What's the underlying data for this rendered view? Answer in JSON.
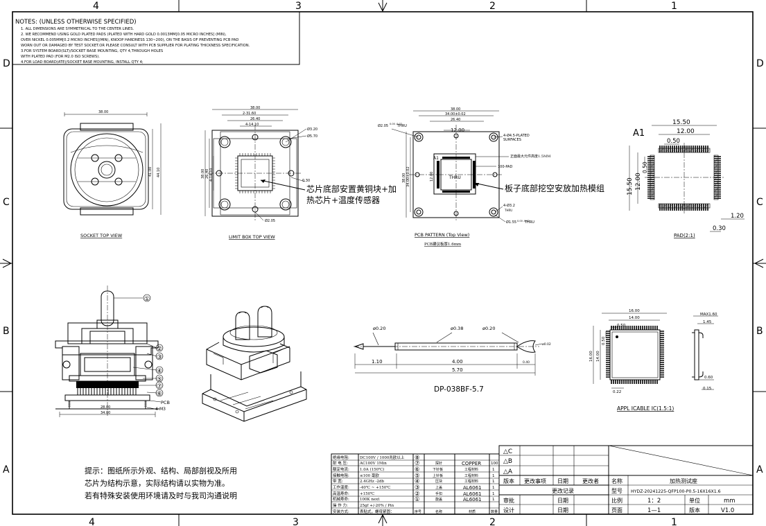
{
  "border": {
    "top_cols": [
      "4",
      "3",
      "2",
      "1"
    ],
    "bottom_cols": [
      "4",
      "3",
      "2",
      "1"
    ],
    "left_rows": [
      "D",
      "C",
      "B",
      "A"
    ],
    "right_rows": [
      "D",
      "C",
      "B",
      "A"
    ]
  },
  "notes": {
    "title": "NOTES: (UNLESS OTHERWISE SPECIFIED)",
    "lines": [
      "1. ALL DIMENSIONS ARE SYMMETRICAL TO THE CENTER LINES.",
      "2. WE RECOMMEND USING GOLD PLATED PADS (PLATED WITH HARD GOLD 0.0013MM[0.05 MICRO INCHES] (MIN),",
      "OVER NICKEL 0.005MM[0.2 MICRO INCHES](MIN), KNOOP HARDNESS 130~200), ON THE BASIS OF PREVENTING PCB PAD",
      "WORN OUT OR DAMAGED BY TEST SOCKET.OR PLEASE CONSULT WITH PCB SUPPLIER FOR PLATING THICKNESS SPECIFICATION.",
      "3.FOR SYSTEM BOARD(SLT)/SOCKET BASE MOUNTING, QTY 4,THROUGH HOLES",
      "WITH PLATED PAD (FOR M2.0 ISO SCREWS).",
      "4.FOR LOAD BOARD(ATE)/SOCKET BASE MOUNTING, INSTALL QTY 4;"
    ]
  },
  "socket_top": {
    "caption": "SOCKET TOP VIEW",
    "dim_width": "38.00",
    "dim_h1": "41.00",
    "dim_h2": "44.10"
  },
  "limit_box": {
    "caption": "LIMIT BOX  TOP VIEW",
    "dim_38": "38.00",
    "dim_31": "2-31.60",
    "dim_26": "26.40",
    "dim_14": "4-14.10",
    "dim_v1": "38.00",
    "dim_v2": "26.40",
    "dim_v3": "4-14.10",
    "hole1": "Ø3.20",
    "hole2": "Ø5.70",
    "pin": "0.30",
    "hole3": "Ø2.05",
    "callout": [
      "芯片底部安置黄铜块+加",
      "热芯片+温度传感器"
    ]
  },
  "pcb_pattern": {
    "caption": "PCB PATTERN (Top View)",
    "subcaption": "PCB建议板厚1.6mm",
    "dim_38": "38.00",
    "dim_34": "34.00±0.02",
    "dim_26": "26.40",
    "dim_12": "12.00",
    "dim_v1": "38.00",
    "dim_v2": "34.00±0.02",
    "dim_v3": "12.00",
    "thru_hole": "Ø2.05",
    "thru_tol": "0.00 -0.02",
    "thru": "THRU",
    "plated": [
      "4-Ø4.5-PLATED",
      "SURFACES"
    ],
    "height_note": "正面最大元件高度1.5MM",
    "pad_count": "100-PAD",
    "a1": "A1",
    "center_thru": "THRU",
    "hole_32": "4-Ø3.2",
    "hole_32_thru": "THRU",
    "hole_155": "Ø1.55",
    "callout": "板子底部挖空安放加热模组"
  },
  "pad_view": {
    "caption": "PAD(2:1)",
    "a1": "A1",
    "dim_1550": "15.50",
    "dim_1200": "12.00",
    "dim_050": "0.50",
    "dim_v1550": "15.50",
    "dim_v1200": "12.00",
    "dim_v050": "0.50",
    "dim_120": "1.20",
    "dim_030": "0.30"
  },
  "section_view": {
    "balloons": [
      "①",
      "②",
      "③",
      "④",
      "⑤",
      "⑦",
      "⑥"
    ],
    "pcb_label": "PCB",
    "m3_label": "4-M3",
    "dim_28": "28.00",
    "dim_34": "34.00"
  },
  "pogo_pin": {
    "d1": "ø0.20",
    "d2": "ø0.38",
    "d3": "ø0.20",
    "d4": "ø0.02",
    "len1": "1.10",
    "len2": "4.00",
    "len3": "0.40",
    "total": "5.70",
    "part": "DP-038BF-5.7"
  },
  "ic_view": {
    "caption": "APPL ICABLE IC(1.5:1)",
    "dim_16": "16.00",
    "dim_14": "14.00",
    "dim_050": "0.50",
    "dim_v16": "16.00",
    "dim_v14": "14.00",
    "dim_v050": "0.50",
    "dim_022": "0.22",
    "max": "MAX1.60",
    "dim_145": "1.45",
    "dim_060": "0.60",
    "dim_015": "0.15"
  },
  "tip": [
    "提示：图纸所示外观、结构、局部剖视及所用",
    "芯片为结构示意，实际结构请以实物为准。",
    "若有特殊安装使用环境请及时与我司沟通说明"
  ],
  "specs": [
    [
      "绝缘电阻:",
      "DC100V / 1000兆欧以上"
    ],
    [
      "耐 电 压:",
      "AC100V 1Min"
    ],
    [
      "额定电流:",
      "1.0A  (150℃)"
    ],
    [
      "接触电阻:",
      "≤100 毫欧"
    ],
    [
      "带    宽:",
      "2.4GHz -2db"
    ],
    [
      "工作温度:",
      "-40℃ ~ +150℃"
    ],
    [
      "高温寿命:",
      "+150℃"
    ],
    [
      "机械寿命:",
      "100K next"
    ],
    [
      "操 作 力:",
      "25gf +/-20% / Pin"
    ],
    [
      "安装方式:",
      "表贴式，螺母紧固："
    ]
  ],
  "bom": {
    "rows": [
      [
        "⑧",
        "",
        "",
        ""
      ],
      [
        "⑦",
        "探针",
        "COPPER",
        "100"
      ],
      [
        "⑥",
        "下针板",
        "工程材料",
        "1"
      ],
      [
        "⑤",
        "上针板",
        "工程材料",
        "1"
      ],
      [
        "④",
        "压块",
        "工程材料",
        "1"
      ],
      [
        "③",
        "上盖",
        "AL6061",
        "1"
      ],
      [
        "②",
        "手扣",
        "AL6061",
        "1"
      ],
      [
        "①",
        "旋盖",
        "AL6061",
        "1"
      ]
    ],
    "header": [
      "序号",
      "名称",
      "材质",
      "数量"
    ]
  },
  "revision": {
    "marks": [
      "△C",
      "△B",
      "△A"
    ],
    "headers": [
      "版本",
      "更改事项",
      "日期",
      "更改者"
    ],
    "record": "更改记录",
    "review": "审批",
    "design": "设计",
    "date1": "日期",
    "date2": "日期"
  },
  "titleblock": {
    "name_label": "名称",
    "name_value": "加热测试座",
    "model_label": "型号",
    "model_value": "HYDZ-20241225-QFP100-P0.5-16X16X1.6",
    "scale_label": "比例",
    "scale_value": "1：2",
    "unit_label": "单位",
    "unit_value": "mm",
    "page_label": "页面",
    "page_value": "1—1",
    "version_label": "版本",
    "version_value": "V1.0"
  }
}
